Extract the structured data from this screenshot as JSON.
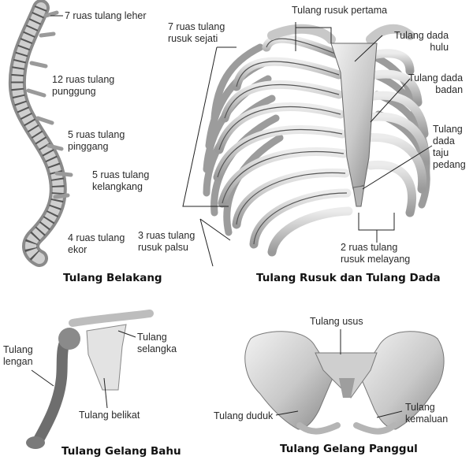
{
  "spine": {
    "caption": "Tulang Belakang",
    "labels": {
      "cervical": [
        "7 ruas tulang leher"
      ],
      "thoracic": [
        "12 ruas tulang",
        "punggung"
      ],
      "lumbar": [
        "5 ruas tulang",
        "pinggang"
      ],
      "sacral": [
        "5 ruas tulang",
        "kelangkang"
      ],
      "coccyx": [
        "4 ruas tulang",
        "ekor"
      ]
    }
  },
  "ribcage": {
    "caption": "Tulang Rusuk dan Tulang Dada",
    "labels": {
      "true_ribs": [
        "7 ruas tulang",
        "rusuk sejati"
      ],
      "first_rib": [
        "Tulang rusuk pertama"
      ],
      "manubrium": [
        "Tulang dada",
        "hulu"
      ],
      "sternum_body": [
        "Tulang dada",
        "badan"
      ],
      "xiphoid": [
        "Tulang",
        "dada",
        "taju",
        "pedang"
      ],
      "false_ribs": [
        "3 ruas tulang",
        "rusuk palsu"
      ],
      "floating_ribs": [
        "2 ruas tulang",
        "rusuk melayang"
      ]
    }
  },
  "shoulder": {
    "caption": "Tulang Gelang Bahu",
    "labels": {
      "humerus": [
        "Tulang",
        "lengan"
      ],
      "clavicle": [
        "Tulang",
        "selangka"
      ],
      "scapula": [
        "Tulang belikat"
      ]
    }
  },
  "pelvis": {
    "caption": "Tulang Gelang Panggul",
    "labels": {
      "ilium": [
        "Tulang usus"
      ],
      "ischium": [
        "Tulang duduk"
      ],
      "pubis": [
        "Tulang",
        "kemaluan"
      ]
    }
  },
  "colors": {
    "bone_light": "#e6e6e6",
    "bone_mid": "#bdbdbd",
    "bone_dark": "#7a7a7a",
    "line": "#222222"
  }
}
